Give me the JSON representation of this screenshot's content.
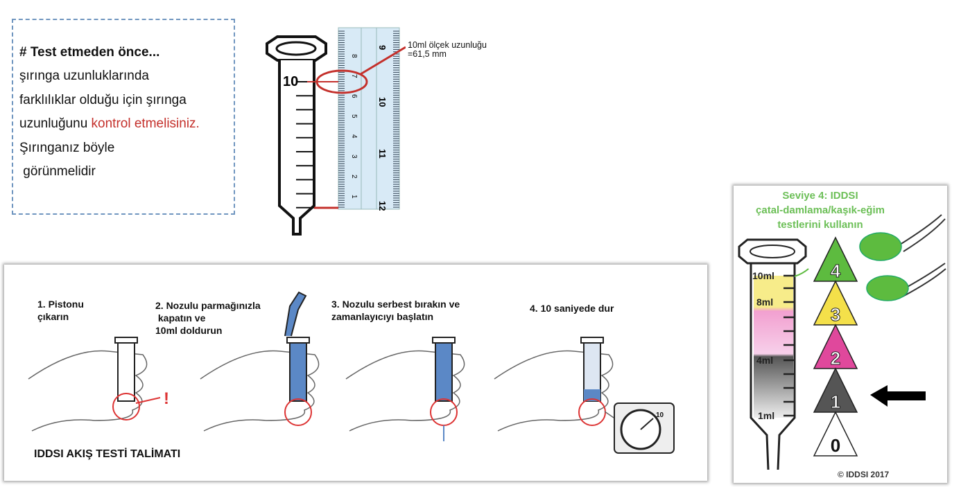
{
  "intro": {
    "heading": "# Test etmeden önce...",
    "lines": [
      "şırınga uzunluklarında",
      "farklılıklar olduğu için şırınga"
    ],
    "line3_prefix": "uzunluğunu ",
    "line3_highlight": "kontrol etmelisiniz.",
    "line4": "Şırınganız böyle",
    "line5": " görünmelidir"
  },
  "syringe_measure": {
    "mark_label": "10",
    "annotation_line1": "10ml ölçek uzunluğu",
    "annotation_line2": "=61,5 mm",
    "ruler_cm": [
      "1",
      "2",
      "3",
      "4",
      "5",
      "6",
      "7",
      "8"
    ],
    "ruler_in": [
      "9",
      "10",
      "11",
      "12"
    ]
  },
  "flow_test": {
    "title": "IDDSI AKIŞ TESTİ TALİMATI",
    "steps": [
      {
        "line1": "1. Pistonu",
        "line2": "çıkarın",
        "line3": ""
      },
      {
        "line1": "2. Nozulu parmağınızla",
        "line2": " kapatın ve",
        "line3": "10ml doldurun"
      },
      {
        "line1": "3. Nozulu serbest bırakın ve",
        "line2": "zamanlayıcıyı başlatın",
        "line3": ""
      },
      {
        "line1": "4. 10 saniyede dur",
        "line2": "",
        "line3": ""
      }
    ],
    "warning": "!",
    "timer_label": "10"
  },
  "levels": {
    "title_line1": "Seviye 4: IDDSI",
    "title_line2": "çatal-damlama/kaşık-eğim",
    "title_line3": "testlerini kullanın",
    "ml_labels": [
      "10ml",
      "8ml",
      "4ml",
      "1ml"
    ],
    "triangles": [
      {
        "label": "4",
        "color": "#5dbb3f"
      },
      {
        "label": "3",
        "color": "#f4e04a"
      },
      {
        "label": "2",
        "color": "#e0489c"
      },
      {
        "label": "1",
        "color": "#555555"
      },
      {
        "label": "0",
        "color": "#ffffff"
      }
    ],
    "copyright": "© IDDSI 2017",
    "accent": "#c4302b"
  }
}
